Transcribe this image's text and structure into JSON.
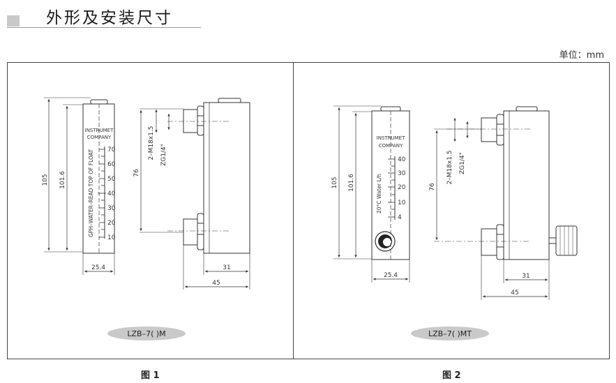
{
  "header": {
    "title": "外形及安装尺寸",
    "unit": "单位：mm"
  },
  "figure1": {
    "caption": "图 1",
    "model": "LZB–7(  )M",
    "brand_line1": "INSTRUMET",
    "brand_line2": "COMPANY",
    "scale_vertical_label": "GPH–WATER–READ TOP OF FLOAT",
    "scale_ticks": [
      "70",
      "60",
      "50",
      "40",
      "30",
      "20",
      "10"
    ],
    "dims": {
      "total_h": "105",
      "inner_h": "101.6",
      "center_h": "76",
      "thread": "2–M18x1.5",
      "pipe": "ZG1/4\"",
      "width": "25.4",
      "depth": "31",
      "overall": "45"
    }
  },
  "figure2": {
    "caption": "图 2",
    "model": "LZB–7(  )MT",
    "brand_line1": "INSTRUMET",
    "brand_line2": "COMPANY",
    "scale_vertical_label": "20°C Water L/h",
    "scale_ticks": [
      "40",
      "30",
      "20",
      "10",
      "4"
    ],
    "dims": {
      "total_h": "105",
      "inner_h": "101.6",
      "center_h": "76",
      "thread": "2–M18x1.5",
      "pipe": "ZG1/4\"",
      "width": "25.4",
      "depth": "31",
      "overall": "45"
    }
  }
}
